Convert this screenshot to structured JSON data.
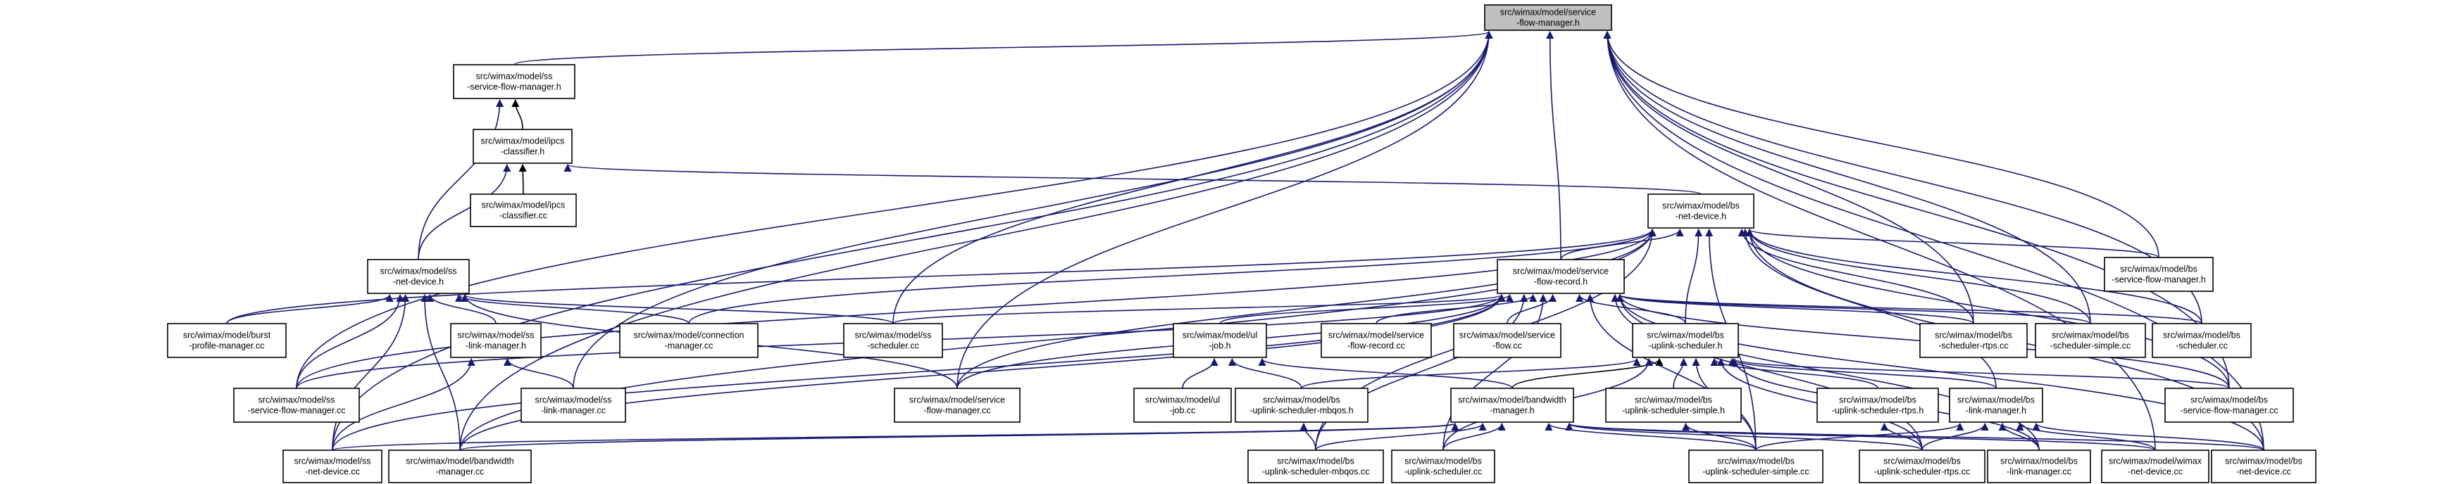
{
  "diagram": {
    "type": "include-dependency-graph",
    "colors": {
      "node_fill": "#ffffff",
      "focus_fill": "#bfbfbf",
      "node_border": "#000000",
      "edge": "#191970",
      "edge_dark": "#000000",
      "text": "#000000"
    },
    "nodes": [
      {
        "id": "n0",
        "lines": [
          "src/wimax/model/service",
          "-flow-manager.h"
        ],
        "focus": true
      },
      {
        "id": "n1",
        "lines": [
          "src/wimax/model/ss",
          "-service-flow-manager.h"
        ]
      },
      {
        "id": "n2",
        "lines": [
          "src/wimax/model/ipcs",
          "-classifier.h"
        ]
      },
      {
        "id": "n3",
        "lines": [
          "src/wimax/model/ipcs",
          "-classifier.cc"
        ]
      },
      {
        "id": "n4",
        "lines": [
          "src/wimax/model/bs",
          "-net-device.h"
        ]
      },
      {
        "id": "n5",
        "lines": [
          "src/wimax/model/ss",
          "-net-device.h"
        ]
      },
      {
        "id": "n6",
        "lines": [
          "src/wimax/model/service",
          "-flow-record.h"
        ]
      },
      {
        "id": "n7",
        "lines": [
          "src/wimax/model/bs",
          "-service-flow-manager.h"
        ]
      },
      {
        "id": "n8",
        "lines": [
          "src/wimax/model/burst",
          "-profile-manager.cc"
        ]
      },
      {
        "id": "n9",
        "lines": [
          "src/wimax/model/ss",
          "-link-manager.h"
        ]
      },
      {
        "id": "n10",
        "lines": [
          "src/wimax/model/connection",
          "-manager.cc"
        ]
      },
      {
        "id": "n11",
        "lines": [
          "src/wimax/model/ss",
          "-scheduler.cc"
        ]
      },
      {
        "id": "n12",
        "lines": [
          "src/wimax/model/ul",
          "-job.h"
        ]
      },
      {
        "id": "n13",
        "lines": [
          "src/wimax/model/service",
          "-flow-record.cc"
        ]
      },
      {
        "id": "n14",
        "lines": [
          "src/wimax/model/service",
          "-flow.cc"
        ]
      },
      {
        "id": "n15",
        "lines": [
          "src/wimax/model/bs",
          "-uplink-scheduler.h"
        ]
      },
      {
        "id": "n16",
        "lines": [
          "src/wimax/model/bs",
          "-scheduler-rtps.cc"
        ]
      },
      {
        "id": "n17",
        "lines": [
          "src/wimax/model/bs",
          "-scheduler-simple.cc"
        ]
      },
      {
        "id": "n18",
        "lines": [
          "src/wimax/model/bs",
          "-scheduler.cc"
        ]
      },
      {
        "id": "n19",
        "lines": [
          "src/wimax/model/ss",
          "-service-flow-manager.cc"
        ]
      },
      {
        "id": "n20",
        "lines": [
          "src/wimax/model/ss",
          "-link-manager.cc"
        ]
      },
      {
        "id": "n21",
        "lines": [
          "src/wimax/model/service",
          "-flow-manager.cc"
        ]
      },
      {
        "id": "n22",
        "lines": [
          "src/wimax/model/ul",
          "-job.cc"
        ]
      },
      {
        "id": "n23",
        "lines": [
          "src/wimax/model/bs",
          "-uplink-scheduler-mbqos.h"
        ]
      },
      {
        "id": "n24",
        "lines": [
          "src/wimax/model/bandwidth",
          "-manager.h"
        ]
      },
      {
        "id": "n25",
        "lines": [
          "src/wimax/model/bs",
          "-uplink-scheduler-simple.h"
        ]
      },
      {
        "id": "n26",
        "lines": [
          "src/wimax/model/bs",
          "-uplink-scheduler-rtps.h"
        ]
      },
      {
        "id": "n27",
        "lines": [
          "src/wimax/model/bs",
          "-link-manager.h"
        ]
      },
      {
        "id": "n28",
        "lines": [
          "src/wimax/model/bs",
          "-service-flow-manager.cc"
        ]
      },
      {
        "id": "n29",
        "lines": [
          "src/wimax/model/ss",
          "-net-device.cc"
        ]
      },
      {
        "id": "n30",
        "lines": [
          "src/wimax/model/bandwidth",
          "-manager.cc"
        ]
      },
      {
        "id": "n31",
        "lines": [
          "src/wimax/model/bs",
          "-uplink-scheduler-mbqos.cc"
        ]
      },
      {
        "id": "n32",
        "lines": [
          "src/wimax/model/bs",
          "-uplink-scheduler.cc"
        ]
      },
      {
        "id": "n33",
        "lines": [
          "src/wimax/model/bs",
          "-uplink-scheduler-simple.cc"
        ]
      },
      {
        "id": "n34",
        "lines": [
          "src/wimax/model/bs",
          "-uplink-scheduler-rtps.cc"
        ]
      },
      {
        "id": "n35",
        "lines": [
          "src/wimax/model/bs",
          "-link-manager.cc"
        ]
      },
      {
        "id": "n36",
        "lines": [
          "src/wimax/model/wimax",
          "-net-device.cc"
        ]
      },
      {
        "id": "n37",
        "lines": [
          "src/wimax/model/bs",
          "-net-device.cc"
        ]
      }
    ],
    "edges": [
      [
        "n1",
        "n0"
      ],
      [
        "n2",
        "n1"
      ],
      [
        "n3",
        "n2"
      ],
      [
        "n4",
        "n2"
      ],
      [
        "n5",
        "n1"
      ],
      [
        "n5",
        "n2"
      ],
      [
        "n6",
        "n4"
      ],
      [
        "n6",
        "n0"
      ],
      [
        "n7",
        "n4"
      ],
      [
        "n7",
        "n0"
      ],
      [
        "n8",
        "n5"
      ],
      [
        "n8",
        "n4"
      ],
      [
        "n9",
        "n5"
      ],
      [
        "n10",
        "n5"
      ],
      [
        "n10",
        "n4"
      ],
      [
        "n11",
        "n5"
      ],
      [
        "n11",
        "n6"
      ],
      [
        "n11",
        "n0"
      ],
      [
        "n12",
        "n6"
      ],
      [
        "n13",
        "n6"
      ],
      [
        "n14",
        "n6"
      ],
      [
        "n15",
        "n6"
      ],
      [
        "n15",
        "n4"
      ],
      [
        "n16",
        "n6"
      ],
      [
        "n16",
        "n4"
      ],
      [
        "n16",
        "n0"
      ],
      [
        "n17",
        "n6"
      ],
      [
        "n17",
        "n4"
      ],
      [
        "n17",
        "n0"
      ],
      [
        "n18",
        "n6"
      ],
      [
        "n18",
        "n4"
      ],
      [
        "n18",
        "n0"
      ],
      [
        "n19",
        "n5"
      ],
      [
        "n19",
        "n6"
      ],
      [
        "n19",
        "n4"
      ],
      [
        "n19",
        "n0"
      ],
      [
        "n20",
        "n9"
      ],
      [
        "n20",
        "n0"
      ],
      [
        "n21",
        "n6"
      ],
      [
        "n21",
        "n5"
      ],
      [
        "n21",
        "n4"
      ],
      [
        "n21",
        "n0"
      ],
      [
        "n22",
        "n12"
      ],
      [
        "n23",
        "n15"
      ],
      [
        "n23",
        "n12"
      ],
      [
        "n24",
        "n15"
      ],
      [
        "n24",
        "n12"
      ],
      [
        "n25",
        "n15"
      ],
      [
        "n26",
        "n15"
      ],
      [
        "n27",
        "n15"
      ],
      [
        "n27",
        "n4"
      ],
      [
        "n28",
        "n15"
      ],
      [
        "n28",
        "n4"
      ],
      [
        "n28",
        "n6"
      ],
      [
        "n28",
        "n0"
      ],
      [
        "n29",
        "n5"
      ],
      [
        "n29",
        "n9"
      ],
      [
        "n29",
        "n24"
      ],
      [
        "n29",
        "n6"
      ],
      [
        "n29",
        "n0"
      ],
      [
        "n30",
        "n5"
      ],
      [
        "n30",
        "n24"
      ],
      [
        "n30",
        "n4"
      ],
      [
        "n30",
        "n6"
      ],
      [
        "n30",
        "n0"
      ],
      [
        "n31",
        "n23"
      ],
      [
        "n31",
        "n24"
      ],
      [
        "n31",
        "n6"
      ],
      [
        "n31",
        "n4"
      ],
      [
        "n32",
        "n15"
      ],
      [
        "n32",
        "n24"
      ],
      [
        "n32",
        "n6"
      ],
      [
        "n33",
        "n25"
      ],
      [
        "n33",
        "n24"
      ],
      [
        "n33",
        "n27"
      ],
      [
        "n33",
        "n15"
      ],
      [
        "n33",
        "n6"
      ],
      [
        "n33",
        "n4"
      ],
      [
        "n34",
        "n26"
      ],
      [
        "n34",
        "n24"
      ],
      [
        "n34",
        "n27"
      ],
      [
        "n34",
        "n15"
      ],
      [
        "n34",
        "n6"
      ],
      [
        "n35",
        "n27"
      ],
      [
        "n35",
        "n15"
      ],
      [
        "n35",
        "n6"
      ],
      [
        "n36",
        "n27"
      ],
      [
        "n36",
        "n24"
      ],
      [
        "n36",
        "n0"
      ],
      [
        "n37",
        "n27"
      ],
      [
        "n37",
        "n24"
      ],
      [
        "n37",
        "n4"
      ],
      [
        "n37",
        "n0"
      ],
      [
        "n37",
        "n6"
      ]
    ]
  }
}
